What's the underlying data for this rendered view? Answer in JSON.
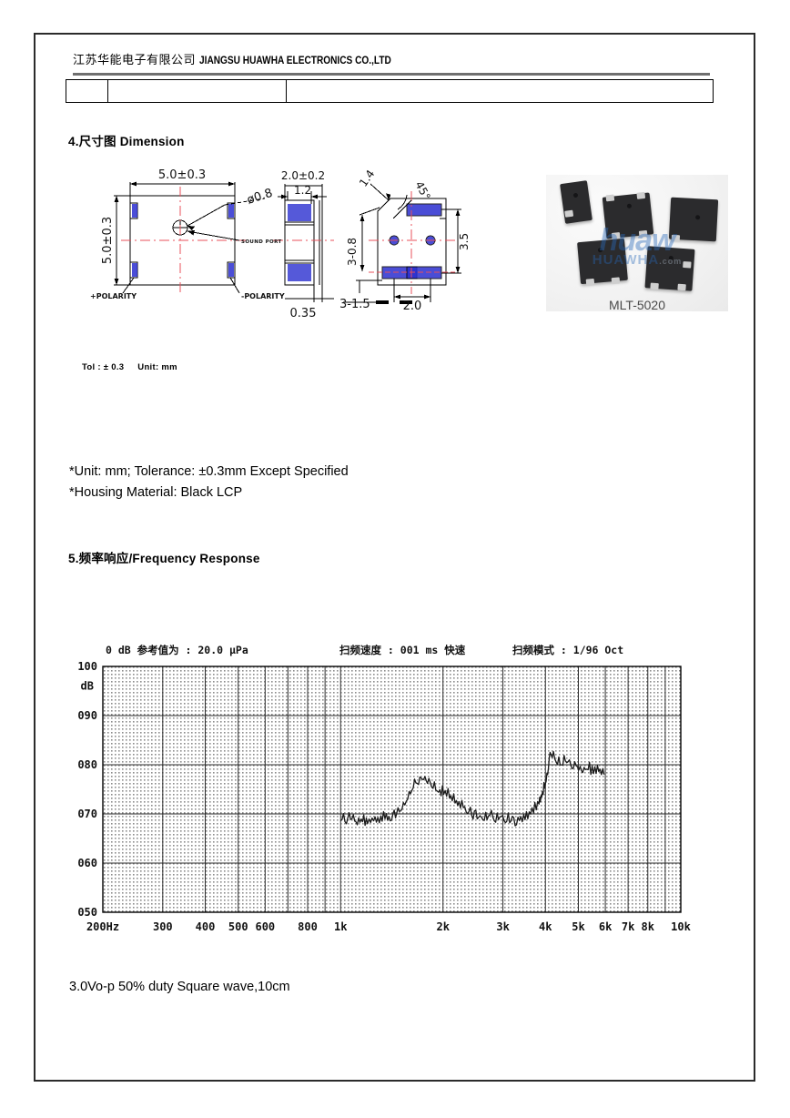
{
  "header": {
    "company_cn": "江苏华能电子有限公司",
    "company_en": "JIANGSU HUAWHA ELECTRONICS CO.,LTD",
    "table_cells": [
      "",
      "",
      ""
    ]
  },
  "sections": {
    "dimension_title": "4.尺寸图 Dimension",
    "frequency_title": "5.频率响应/Frequency Response"
  },
  "dimension": {
    "tol_label": "Tol : ± 0.3",
    "unit_label": "Unit: mm",
    "notes": [
      "*Unit: mm; Tolerance:  ±0.3mm Except Specified",
      "*Housing Material: Black LCP"
    ],
    "labels": {
      "width": "5.0±0.3",
      "height": "5.0±0.3",
      "thickness": "2.0±0.2",
      "pad_width": "1.2",
      "hole_dia": "ø0.8",
      "sound_port": "SOUND PORT",
      "polarity_plus": "+POLARITY",
      "polarity_minus": "-POLARITY",
      "pad_offset": "0.35",
      "chamfer": "1.4",
      "angle": "45°",
      "pad_len": "3-0.8",
      "pad_pitch_y": "3.5",
      "pad_pitch_x": "2.0",
      "pad_span": "3-1.5"
    }
  },
  "product": {
    "model": "MLT-5020",
    "watermark_main": "huaw",
    "watermark_sub": "HUAWHA",
    "watermark_domain": ".com"
  },
  "drive_note": "3.0Vo-p 50% duty Square wave,10cm",
  "chart_data": {
    "type": "line",
    "title": "0 dB 参考值为 : 20.0 μPa",
    "header_parts": [
      "0 dB 参考值为 : 20.0 μPa",
      "扫频速度 : 001 ms 快速",
      "扫频模式 : 1/96  Oct"
    ],
    "sweep_speed": "001 ms 快速",
    "sweep_mode": "1/96  Oct",
    "ref_level": "20.0 μPa",
    "xlabel": "",
    "ylabel": "dB",
    "ylim": [
      50,
      100
    ],
    "yticks": [
      100,
      90,
      80,
      70,
      60,
      50
    ],
    "ytick_labels": [
      "100",
      "090",
      "080",
      "070",
      "060",
      "050"
    ],
    "xscale": "log",
    "xlim": [
      200,
      10000
    ],
    "xticks": [
      200,
      300,
      400,
      500,
      600,
      800,
      1000,
      2000,
      3000,
      4000,
      5000,
      6000,
      7000,
      8000,
      10000
    ],
    "xtick_labels": [
      "200Hz",
      "300",
      "400",
      "500",
      "600",
      "800",
      "1k",
      "2k",
      "3k",
      "4k",
      "5k",
      "6k",
      "7k",
      "8k",
      "10k"
    ],
    "grid": true,
    "legend": "none",
    "x": [
      1000,
      1040,
      1080,
      1120,
      1160,
      1200,
      1250,
      1300,
      1350,
      1400,
      1450,
      1500,
      1560,
      1620,
      1680,
      1740,
      1800,
      1870,
      1940,
      2010,
      2090,
      2170,
      2250,
      2340,
      2430,
      2520,
      2620,
      2720,
      2830,
      2940,
      3050,
      3170,
      3290,
      3420,
      3550,
      3690,
      3830,
      3900,
      3980,
      4060,
      4150,
      4300,
      4460,
      4620,
      4790,
      4970,
      5150,
      5340,
      5540,
      5740,
      5950
    ],
    "y": [
      68.6,
      68.0,
      69.0,
      67.8,
      68.4,
      68.0,
      68.6,
      68.2,
      69.0,
      68.6,
      69.2,
      70.6,
      72.6,
      74.8,
      76.2,
      77.0,
      76.2,
      75.2,
      74.4,
      74.0,
      73.2,
      72.2,
      71.2,
      70.4,
      69.6,
      69.0,
      68.8,
      69.6,
      68.6,
      69.4,
      68.2,
      68.6,
      67.8,
      68.4,
      69.0,
      70.2,
      72.0,
      73.4,
      75.2,
      78.0,
      82.2,
      80.6,
      80.0,
      80.4,
      79.2,
      79.6,
      78.4,
      79.0,
      78.2,
      78.6,
      78.0
    ],
    "series_note": "SPL response curve, 3.0Vo-p 50% duty square wave at 10cm"
  }
}
